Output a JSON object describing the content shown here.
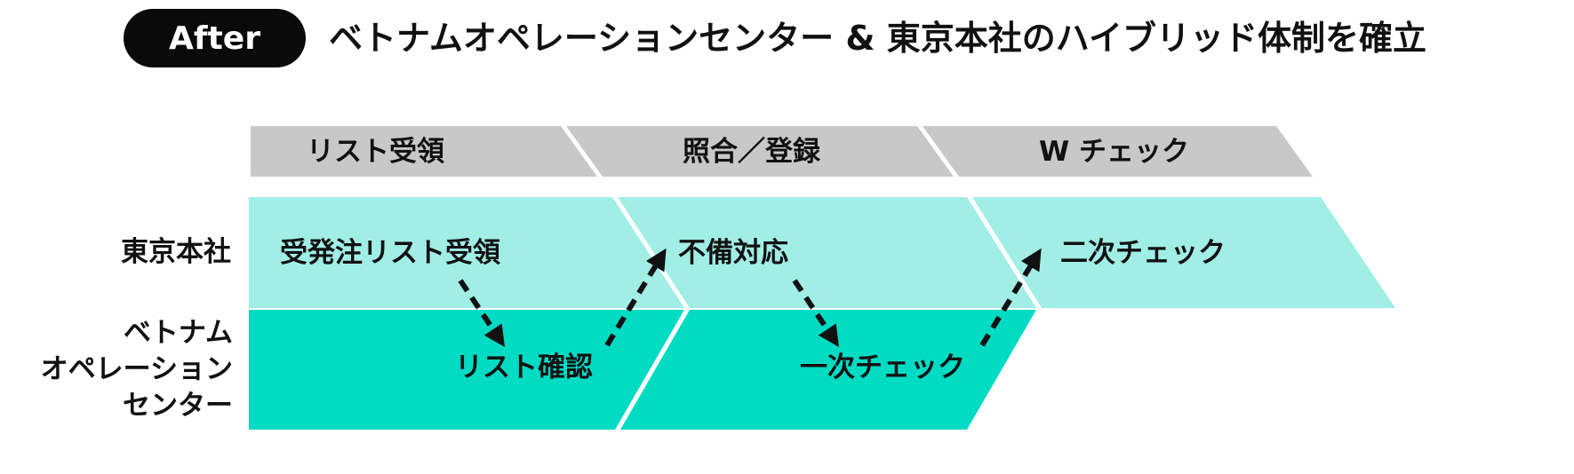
{
  "header": {
    "badge": "After",
    "title": "ベトナムオペレーションセンター & 東京本社のハイブリッド体制を確立"
  },
  "stages": [
    "リスト受領",
    "照合／登録",
    "W チェック"
  ],
  "rows": {
    "tokyo": "東京本社",
    "vietnam": [
      "ベトナム",
      "オペレーション",
      "センター"
    ]
  },
  "tasks": {
    "t1": "受発注リスト受領",
    "t2": "リスト確認",
    "t3": "不備対応",
    "t4": "一次チェック",
    "t5": "二次チェック"
  },
  "colors": {
    "stage_bar": "#c8c8c8",
    "tokyo_lane": "#a0eee6",
    "vietnam_lane": "#00dbc4",
    "arrow": "#111111"
  }
}
